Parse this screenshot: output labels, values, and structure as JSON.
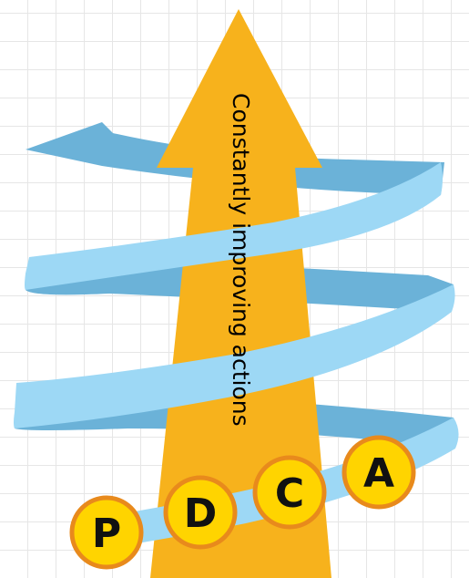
{
  "diagram": {
    "arrow_label": "Constantly improving actions",
    "cycle_steps": [
      {
        "letter": "P"
      },
      {
        "letter": "D"
      },
      {
        "letter": "C"
      },
      {
        "letter": "A"
      }
    ]
  },
  "colors": {
    "arrow": "#F7B21C",
    "ribbon_front": "#9DD8F5",
    "ribbon_back": "#6BB2D8",
    "badge_fill": "#FFD400",
    "badge_stroke": "#E88A1C",
    "grid": "#E2E2E2"
  }
}
